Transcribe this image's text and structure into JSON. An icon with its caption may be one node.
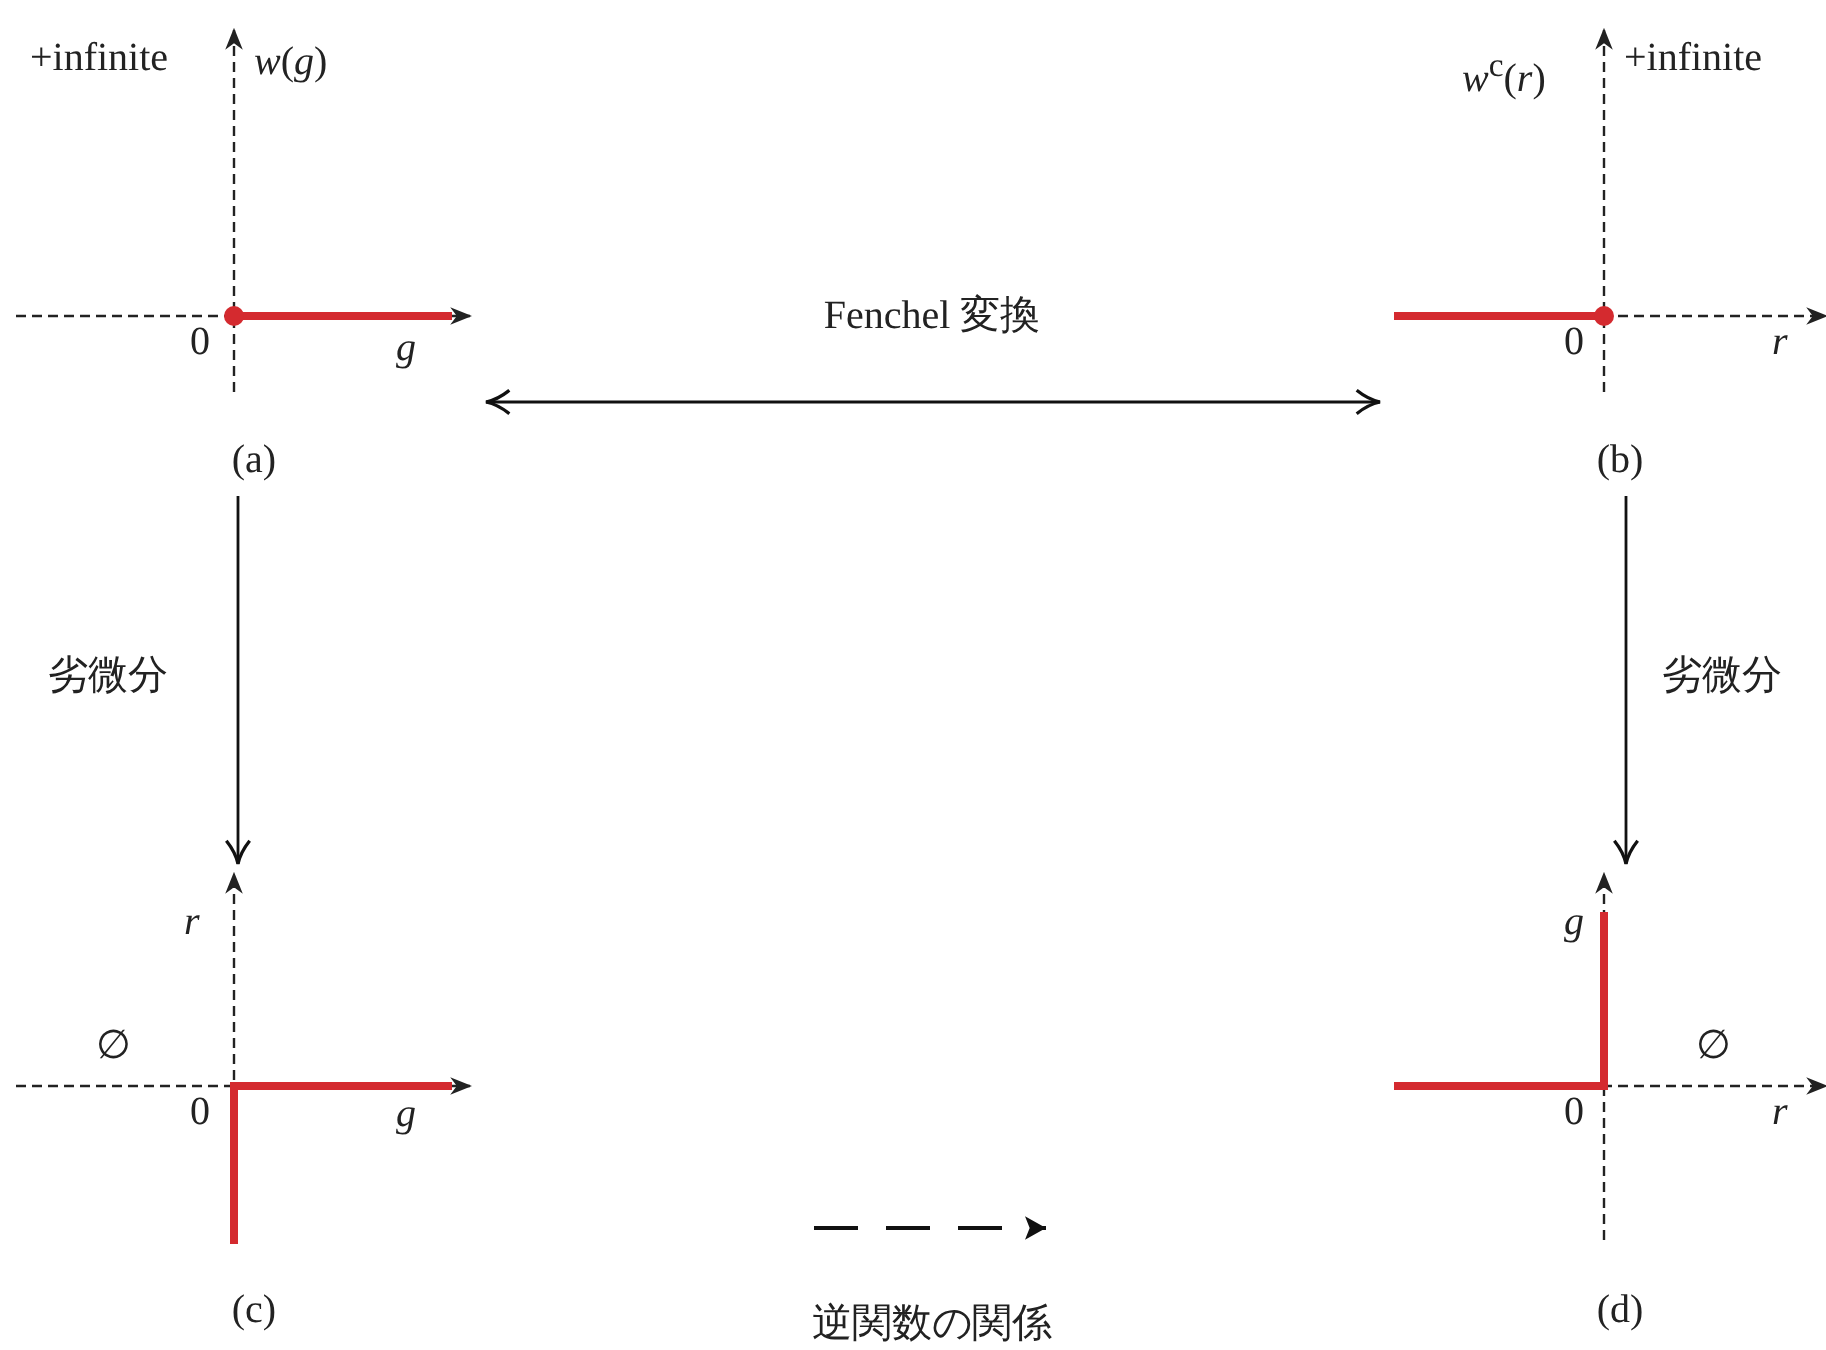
{
  "diagram": {
    "nodes": [
      {
        "text": [],
        "shape": "picture",
        "beside": [
          "(a)"
        ]
      },
      {
        "text": [],
        "shape": "picture",
        "beside": [
          "(b)"
        ]
      },
      {
        "text": [],
        "shape": "picture",
        "beside": [
          "(c)"
        ]
      },
      {
        "text": [],
        "shape": "picture",
        "beside": [
          "(d)"
        ]
      }
    ],
    "edges": [
      {
        "from": 0,
        "to": 1,
        "arrow": "both",
        "label": "Fenchel 変換"
      },
      {
        "from": 0,
        "to": 2,
        "arrow": "to",
        "label": "劣微分"
      },
      {
        "from": 1,
        "to": 3,
        "arrow": "to",
        "label": "劣微分"
      }
    ],
    "labels": [
      "+infinite",
      "*w*(*g*)",
      "*w*$^{c}$(*r*)",
      "+infinite",
      "0",
      "g",
      "0",
      "r",
      "r",
      "∅",
      "0",
      "g",
      "g",
      "∅",
      "0",
      "r"
    ],
    "legend": [
      {
        "text": "逆関数の関係"
      }
    ]
  }
}
